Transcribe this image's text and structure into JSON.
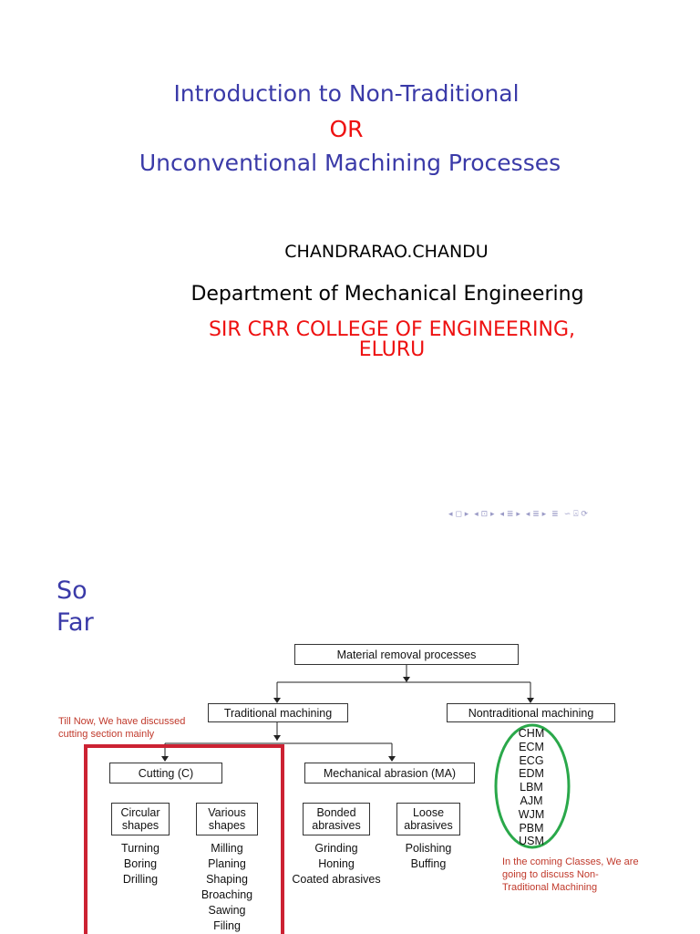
{
  "slide1": {
    "title_line1": "Introduction to Non-Traditional",
    "title_or": "OR",
    "title_line2": "Unconventional Machining  Processes",
    "author": "CHANDRARAO.CHANDU",
    "department": "Department of Mechanical Engineering",
    "college_line1": "SIR CRR COLLEGE OF ENGINEERING,",
    "college_line2": "ELURU"
  },
  "navigation": {
    "items": [
      "◂ ◻ ▸",
      "◂ ⊡ ▸",
      "◂ ≣ ▸",
      "◂ ≣ ▸",
      "≣",
      "∽ ⍓ ⟳"
    ]
  },
  "slide2": {
    "heading_line1": "So",
    "heading_line2": "Far",
    "diagram": {
      "root": "Material removal processes",
      "traditional": "Traditional machining",
      "nontraditional": "Nontraditional machining",
      "cutting": "Cutting (C)",
      "abrasion": "Mechanical abrasion (MA)",
      "circular": "Circular shapes",
      "various": "Various shapes",
      "bonded": "Bonded abrasives",
      "loose": "Loose abrasives",
      "circular_items": [
        "Turning",
        "Boring",
        "Drilling"
      ],
      "various_items": [
        "Milling",
        "Planing",
        "Shaping",
        "Broaching",
        "Sawing",
        "Filing"
      ],
      "bonded_items": [
        "Grinding",
        "Honing",
        "Coated abrasives"
      ],
      "loose_items": [
        "Polishing",
        "Buffing"
      ],
      "nontraditional_items": [
        "CHM",
        "ECM",
        "ECG",
        "EDM",
        "LBM",
        "AJM",
        "WJM",
        "PBM",
        "USM"
      ]
    },
    "note_left_line1": "Till Now, We have discussed",
    "note_left_line2": "cutting section mainly",
    "note_right_line1": "In the coming Classes, We are",
    "note_right_line2": "going to discuss Non-",
    "note_right_line3": "Traditional Machining"
  },
  "colors": {
    "title_blue": "#3a3aa8",
    "accent_red": "#ee1111",
    "highlight_box_red": "#cc2233",
    "highlight_ellipse_green": "#2aa84a"
  }
}
